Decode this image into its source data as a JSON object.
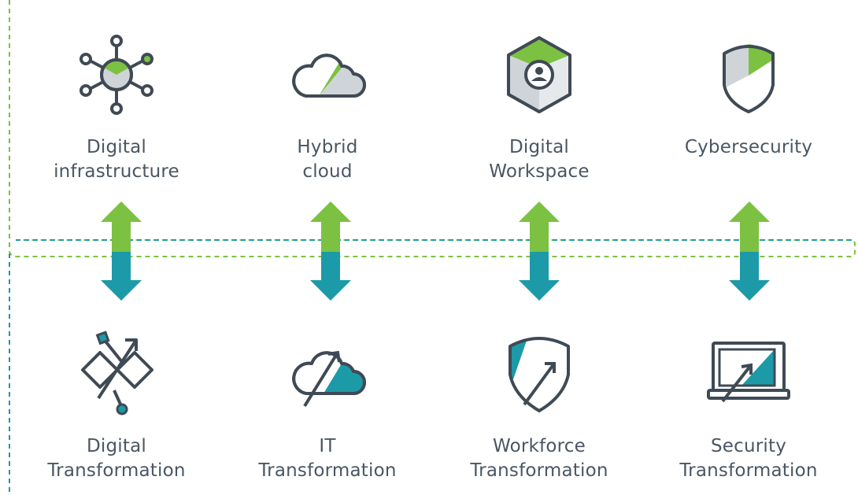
{
  "colors": {
    "green": "#7cc142",
    "teal": "#1c9aa8",
    "dark": "#3f4a55",
    "gray": "#cfd4d8",
    "text": "#4a5663"
  },
  "top_row": [
    {
      "icon": "digital-infrastructure-icon",
      "line1": "Digital",
      "line2": "infrastructure"
    },
    {
      "icon": "hybrid-cloud-icon",
      "line1": "Hybrid",
      "line2": "cloud"
    },
    {
      "icon": "digital-workspace-icon",
      "line1": "Digital",
      "line2": "Workspace"
    },
    {
      "icon": "cybersecurity-icon",
      "line1": "Cybersecurity",
      "line2": ""
    }
  ],
  "bottom_row": [
    {
      "icon": "digital-transformation-icon",
      "line1": "Digital",
      "line2": "Transformation"
    },
    {
      "icon": "it-transformation-icon",
      "line1": "IT",
      "line2": "Transformation"
    },
    {
      "icon": "workforce-transformation-icon",
      "line1": "Workforce",
      "line2": "Transformation"
    },
    {
      "icon": "security-transformation-icon",
      "line1": "Security",
      "line2": "Transformation"
    }
  ]
}
